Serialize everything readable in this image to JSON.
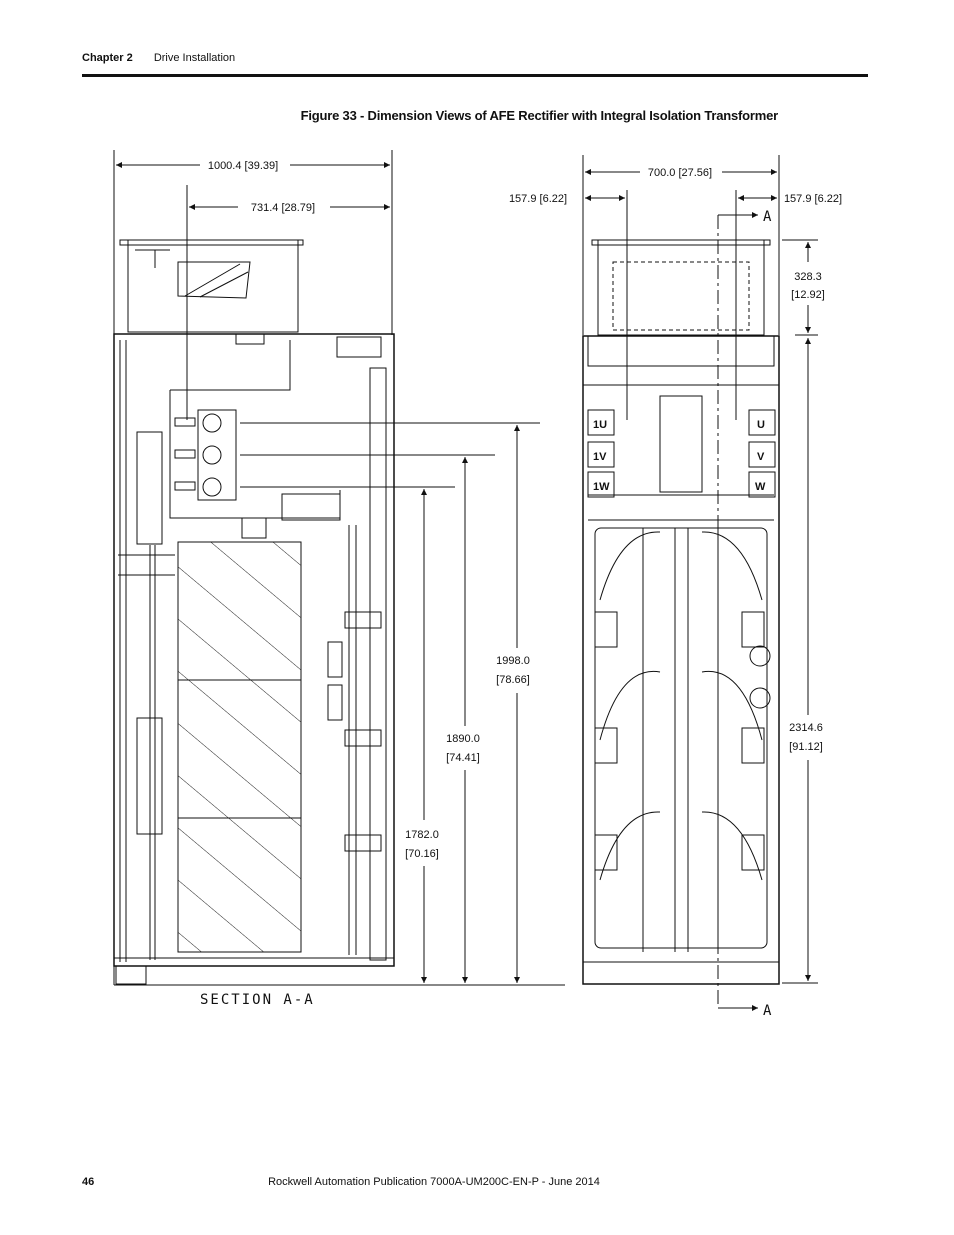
{
  "header": {
    "chapter": "Chapter 2",
    "section": "Drive Installation"
  },
  "figure": {
    "caption": "Figure 33 - Dimension Views of AFE Rectifier with Integral Isolation Transformer",
    "dims": {
      "overall_width": "1000.4 [39.39]",
      "inner_width": "731.4 [28.79]",
      "front_width": "700.0 [27.56]",
      "left_offset": "157.9 [6.22]",
      "right_offset": "157.9 [6.22]",
      "hood_height_a": "328.3",
      "hood_height_b": "[12.92]",
      "h1_a": "1998.0",
      "h1_b": "[78.66]",
      "h2_a": "1890.0",
      "h2_b": "[74.41]",
      "h3_a": "1782.0",
      "h3_b": "[70.16]",
      "total_height_a": "2314.6",
      "total_height_b": "[91.12]"
    },
    "section_label": "SECTION  A-A",
    "section_marker": "A",
    "terminals_left": [
      "1U",
      "1V",
      "1W"
    ],
    "terminals_right": [
      "U",
      "V",
      "W"
    ]
  },
  "footer": {
    "page": "46",
    "publication": "Rockwell Automation Publication 7000A-UM200C-EN-P - June 2014"
  }
}
